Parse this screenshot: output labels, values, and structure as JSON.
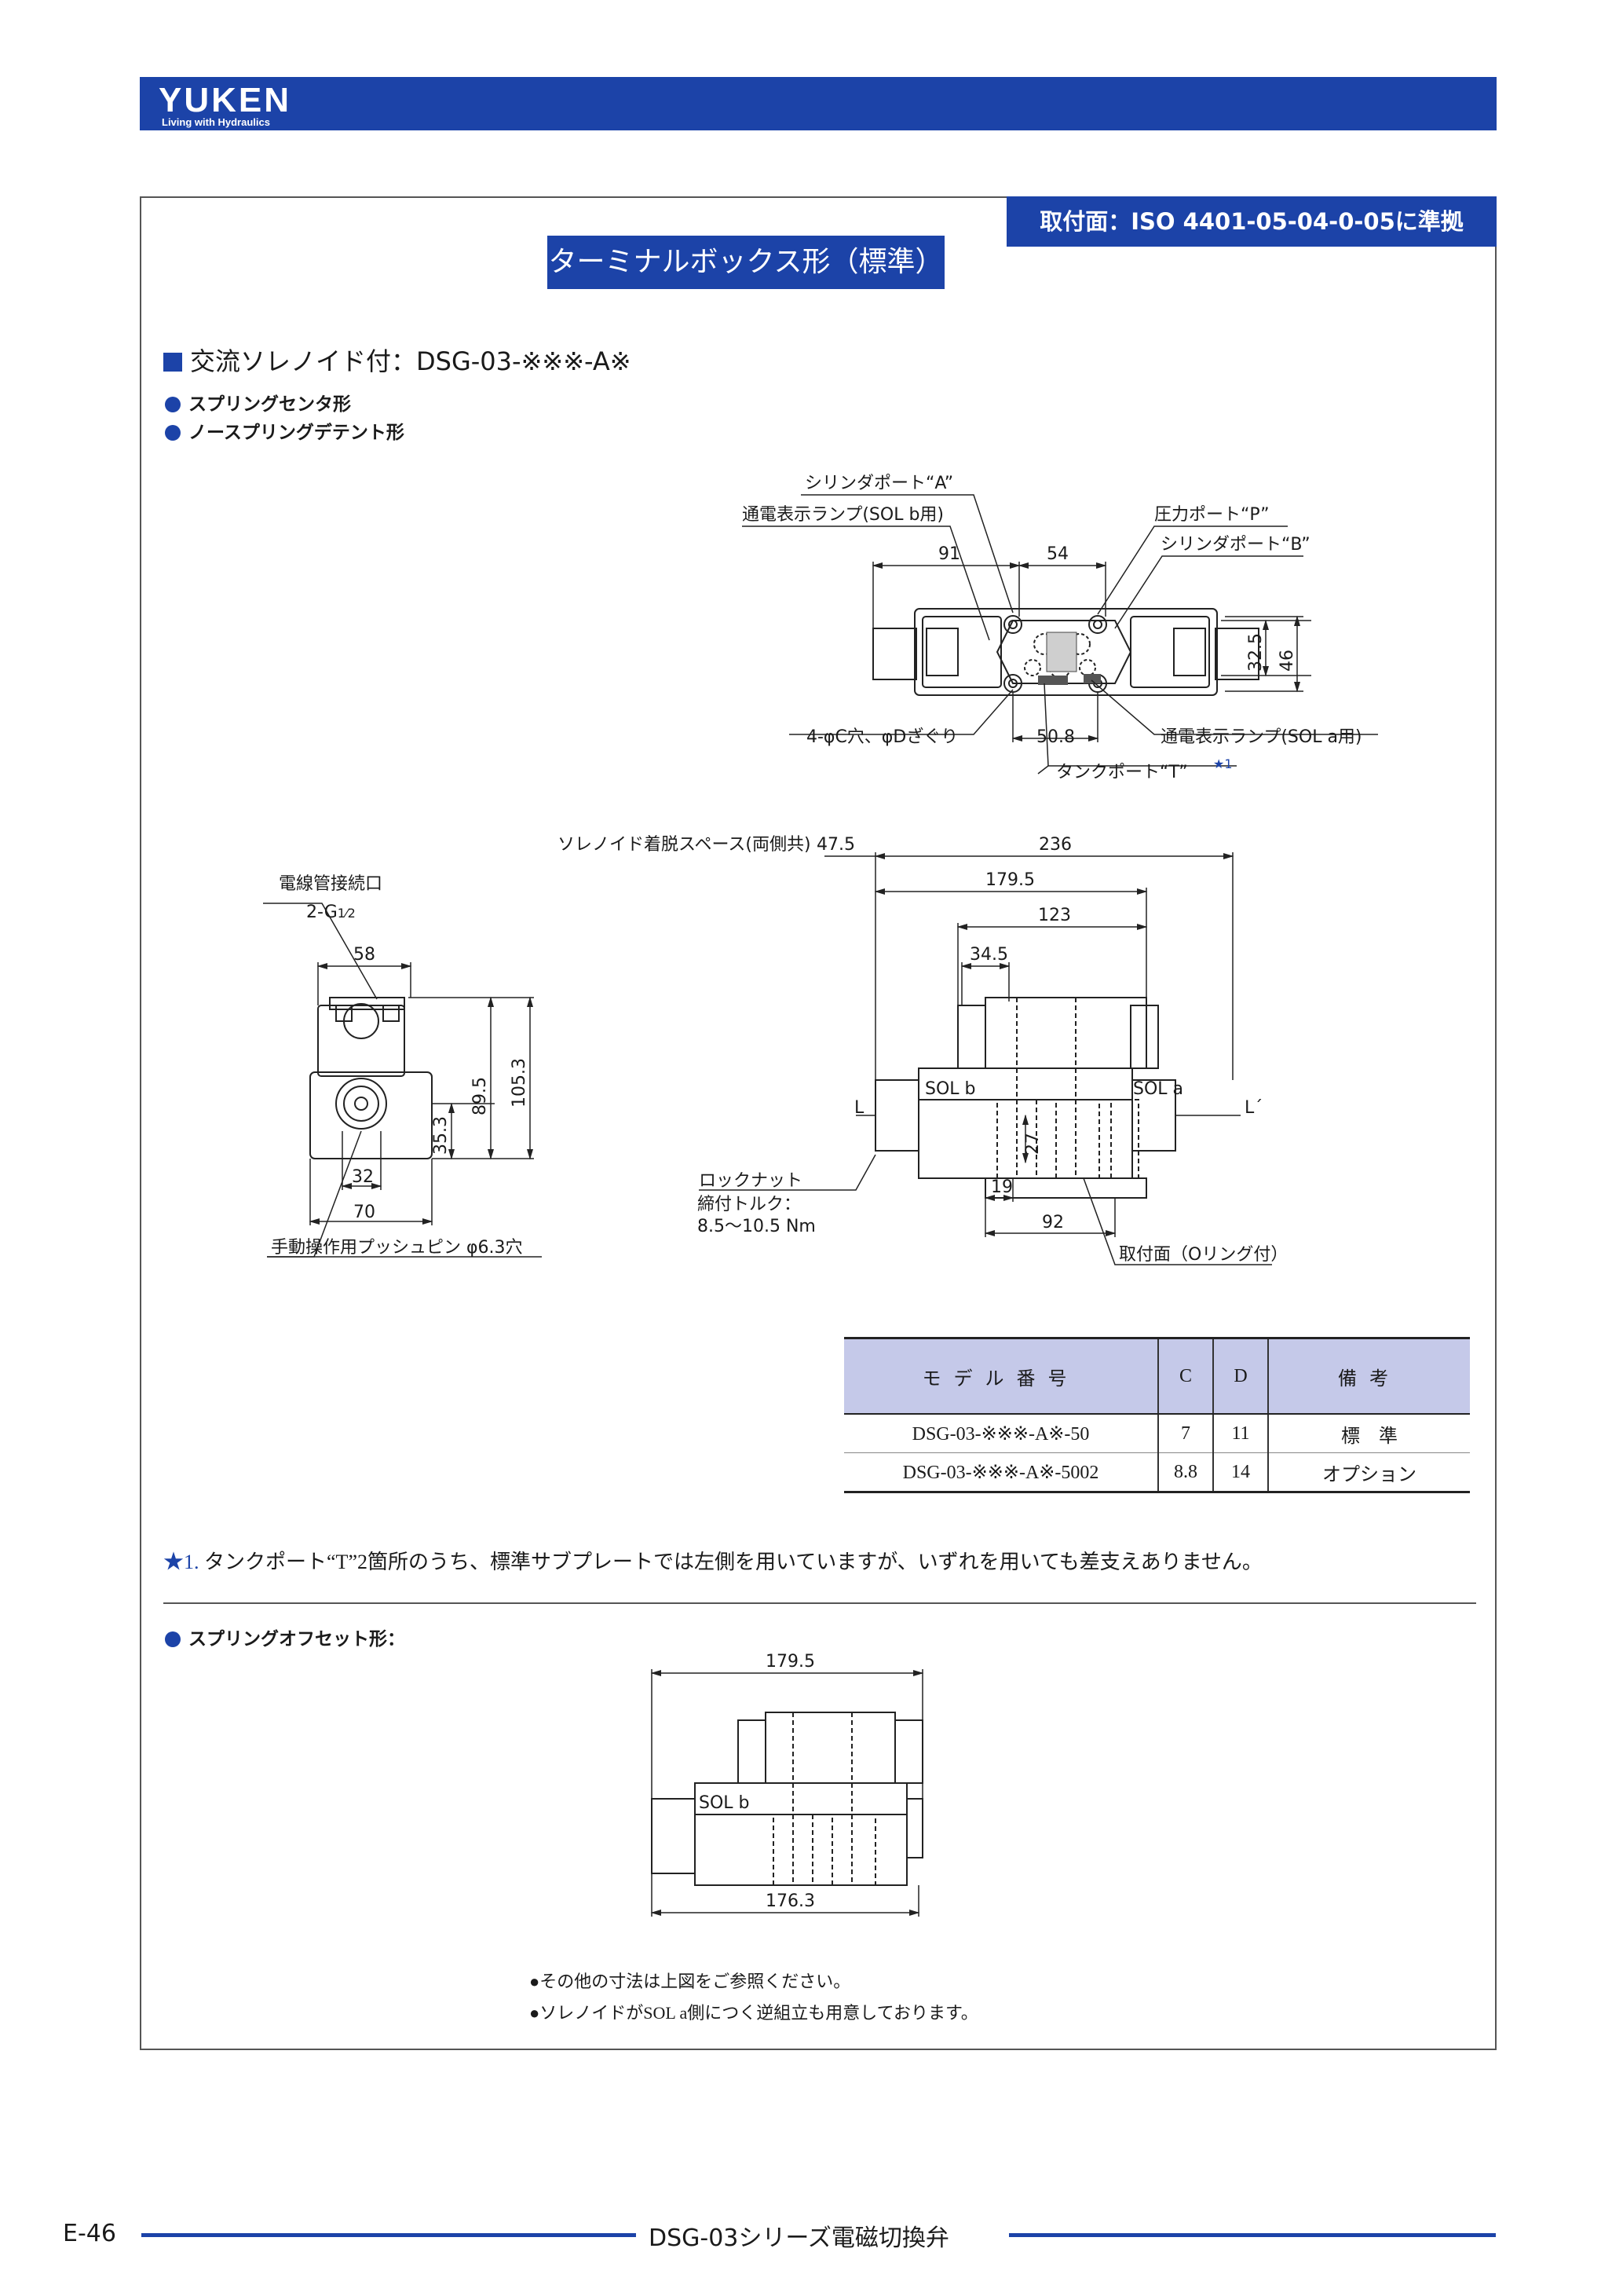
{
  "header": {
    "logo": "YUKEN",
    "tagline": "Living with Hydraulics"
  },
  "mounting_surface": "取付面：ISO 4401-05-04-0-05に準拠",
  "box_title": "ターミナルボックス形（標準）",
  "section_title": "交流ソレノイド付：DSG-03-※※※-A※",
  "bullets": [
    "スプリングセンタ形",
    "ノースプリングデテント形"
  ],
  "top_view": {
    "labels": {
      "cyl_a": "シリンダポート“A”",
      "lamp_b": "通電表示ランプ(SOL b用)",
      "p_port": "圧力ポート“P”",
      "cyl_b": "シリンダポート“B”",
      "holes": "4-φC穴、φDざぐり",
      "lamp_a": "通電表示ランプ(SOL a用)",
      "tank": "タンクポート“T”",
      "star": "★1"
    },
    "dims": {
      "d91": "91",
      "d54": "54",
      "d32_5": "32.5",
      "d46": "46",
      "d50_8": "50.8"
    }
  },
  "side_view": {
    "labels": {
      "conduit": "電線管接続口",
      "conduit_size": "2-G",
      "conduit_frac": "1⁄2",
      "manual": "手動操作用プッシュピン φ6.3穴"
    },
    "dims": {
      "d58": "58",
      "d89_5": "89.5",
      "d105_3": "105.3",
      "d35_3": "35.3",
      "d32": "32",
      "d70": "70"
    }
  },
  "front_view": {
    "labels": {
      "space": "ソレノイド着脱スペース(両側共)",
      "sol_b": "SOL b",
      "sol_a": "SOL a",
      "L": "L",
      "L2": "L´",
      "locknut": "ロックナット",
      "torque_label": "締付トルク：",
      "torque": "8.5～10.5 Nm",
      "mount": "取付面（Oリング付）"
    },
    "dims": {
      "d47_5": "47.5",
      "d236": "236",
      "d179_5": "179.5",
      "d123": "123",
      "d34_5": "34.5",
      "d27": "27",
      "d19": "19",
      "d92": "92"
    }
  },
  "table": {
    "headers": [
      "モデル番号",
      "C",
      "D",
      "備考"
    ],
    "rows": [
      [
        "DSG-03-※※※-A※-50",
        "7",
        "11",
        "標　準"
      ],
      [
        "DSG-03-※※※-A※-5002",
        "8.8",
        "14",
        "オプション"
      ]
    ]
  },
  "note1": {
    "star": "★1.",
    "text": "タンクポート“T”2箇所のうち、標準サブプレートでは左側を用いていますが、いずれを用いても差支えありません。"
  },
  "offset": {
    "title": "スプリングオフセット形：",
    "dims": {
      "d179_5": "179.5",
      "d176_3": "176.3"
    },
    "sol_b": "SOL b"
  },
  "footer_notes": [
    "●その他の寸法は上図をご参照ください。",
    "●ソレノイドがSOL a側につく逆組立も用意しております。"
  ],
  "footer": {
    "page": "E-46",
    "title": "DSG-03シリーズ電磁切換弁"
  },
  "colors": {
    "brand": "#1c43a8",
    "table_header": "#c5c9e9"
  }
}
